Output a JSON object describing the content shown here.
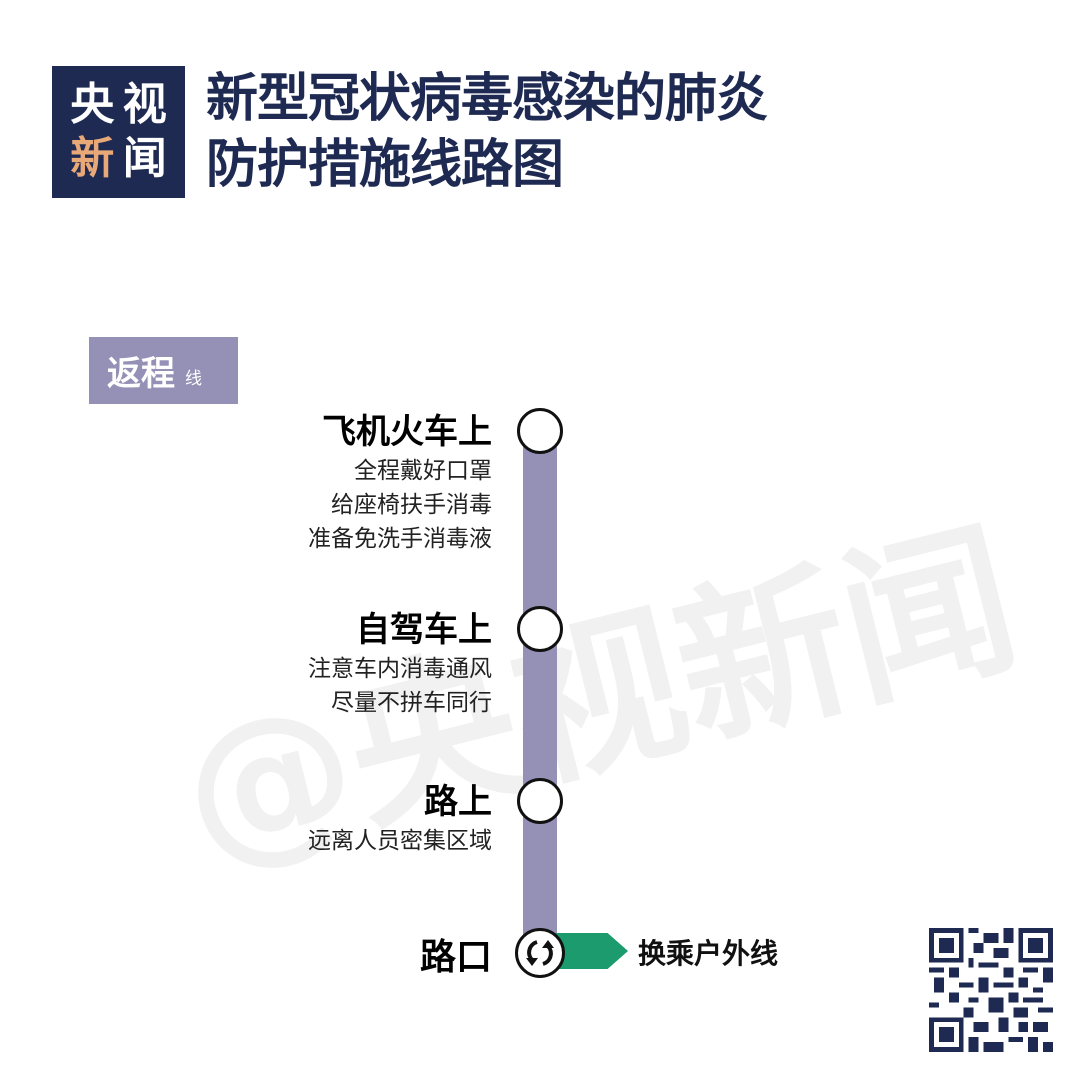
{
  "logo": {
    "chars": [
      "央",
      "视",
      "新",
      "闻"
    ],
    "bg_color": "#1e2a52",
    "accent_color": "#e8a877"
  },
  "title": {
    "line1": "新型冠状病毒感染的肺炎",
    "line2": "防护措施线路图"
  },
  "watermark": "@央视新闻",
  "line_tag": {
    "name": "返程",
    "suffix": "线",
    "color": "#9590b5"
  },
  "stations": [
    {
      "name": "飞机火车上",
      "desc": [
        "全程戴好口罩",
        "给座椅扶手消毒",
        "准备免洗手消毒液"
      ]
    },
    {
      "name": "自驾车上",
      "desc": [
        "注意车内消毒通风",
        "尽量不拼车同行"
      ]
    },
    {
      "name": "路上",
      "desc": [
        "远离人员密集区域"
      ]
    }
  ],
  "junction": {
    "name": "路口",
    "icon": "transfer-icon",
    "transfer_label": "换乘户外线",
    "transfer_color": "#1b9b6e"
  },
  "qr_code": {
    "icon": "qr-code-icon"
  }
}
